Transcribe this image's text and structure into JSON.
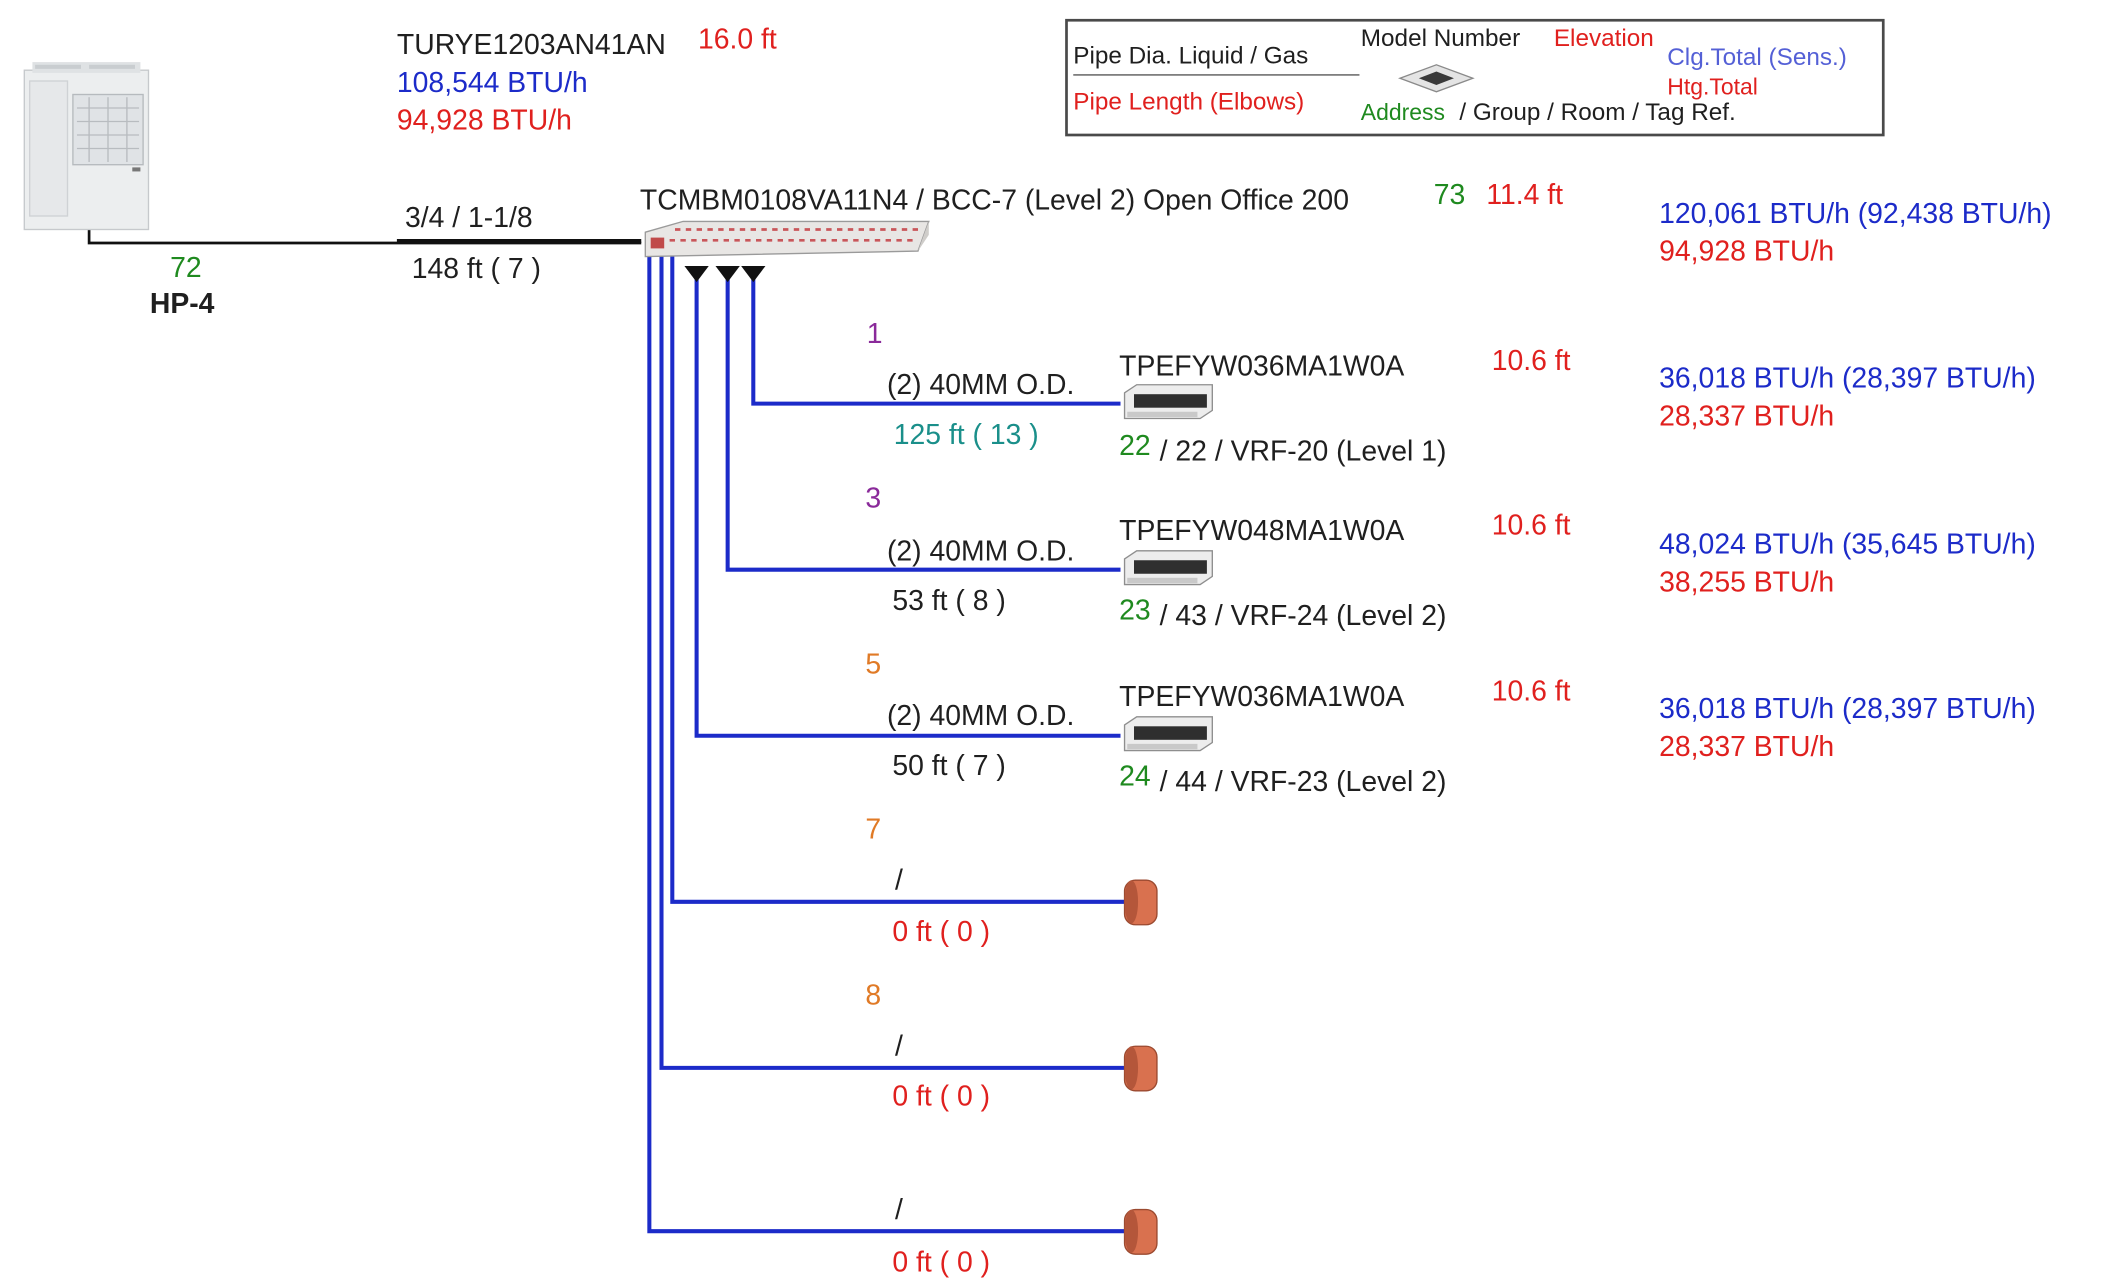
{
  "colors": {
    "pipe_blue": "#1c2bc9",
    "pipe_black": "#111111",
    "text_red": "#e0201e",
    "text_blue": "#1c2bc9",
    "text_green": "#1f8a1f",
    "text_teal": "#1a8f8a",
    "text_purple": "#8a2a9a",
    "text_orange": "#e07a26",
    "cap_fill": "#d9714f"
  },
  "outdoor_unit": {
    "icon": "outdoor-condenser-icon",
    "model": "TURYE1203AN41AN",
    "elevation": "16.0 ft",
    "cooling": "108,544 BTU/h",
    "heating": "94,928 BTU/h",
    "address": "72",
    "tag": "HP-4"
  },
  "main_pipe": {
    "diameter": "3/4 / 1-1/8",
    "length": "148 ft ( 7 )"
  },
  "legend": {
    "pipe_dia": "Pipe Dia. Liquid / Gas",
    "pipe_length": "Pipe Length (Elbows)",
    "model_number": "Model Number",
    "elevation": "Elevation",
    "clg_total": "Clg.Total (Sens.)",
    "htg_total": "Htg.Total",
    "address": "Address",
    "group_room_tag": "/ Group / Room / Tag Ref.",
    "icon": "cassette-unit-icon"
  },
  "branch_controller": {
    "icon": "branch-controller-icon",
    "label": "TCMBM0108VA11N4 / BCC-7 (Level 2) Open Office 200",
    "address": "73",
    "elevation": "11.4 ft",
    "cooling": "120,061 BTU/h (92,438 BTU/h)",
    "heating": "94,928 BTU/h"
  },
  "branches": [
    {
      "port": "1",
      "pipe_dia": "(2) 40MM O.D.",
      "pipe_length": "125 ft ( 13 )",
      "model": "TPEFYW036MA1W0A",
      "elevation": "10.6 ft",
      "address": "22",
      "group_room_tag": "/ 22 / VRF-20 (Level 1)",
      "cooling": "36,018 BTU/h (28,397 BTU/h)",
      "heating": "28,337 BTU/h",
      "icon": "ducted-indoor-unit-icon"
    },
    {
      "port": "3",
      "pipe_dia": "(2) 40MM O.D.",
      "pipe_length": "53 ft ( 8 )",
      "model": "TPEFYW048MA1W0A",
      "elevation": "10.6 ft",
      "address": "23",
      "group_room_tag": "/ 43 / VRF-24 (Level 2)",
      "cooling": "48,024 BTU/h (35,645 BTU/h)",
      "heating": "38,255 BTU/h",
      "icon": "ducted-indoor-unit-icon"
    },
    {
      "port": "5",
      "pipe_dia": "(2) 40MM O.D.",
      "pipe_length": "50 ft ( 7 )",
      "model": "TPEFYW036MA1W0A",
      "elevation": "10.6 ft",
      "address": "24",
      "group_room_tag": "/ 44 / VRF-23 (Level 2)",
      "cooling": "36,018 BTU/h (28,397 BTU/h)",
      "heating": "28,337 BTU/h",
      "icon": "ducted-indoor-unit-icon"
    }
  ],
  "capped_ports": [
    {
      "port": "7",
      "pipe_dia": "/",
      "pipe_length": "0 ft ( 0 )",
      "icon": "pipe-cap-icon"
    },
    {
      "port": "8",
      "pipe_dia": "/",
      "pipe_length": "0 ft ( 0 )",
      "icon": "pipe-cap-icon"
    },
    {
      "port": "",
      "pipe_dia": "/",
      "pipe_length": "0 ft ( 0 )",
      "icon": "pipe-cap-icon"
    }
  ]
}
